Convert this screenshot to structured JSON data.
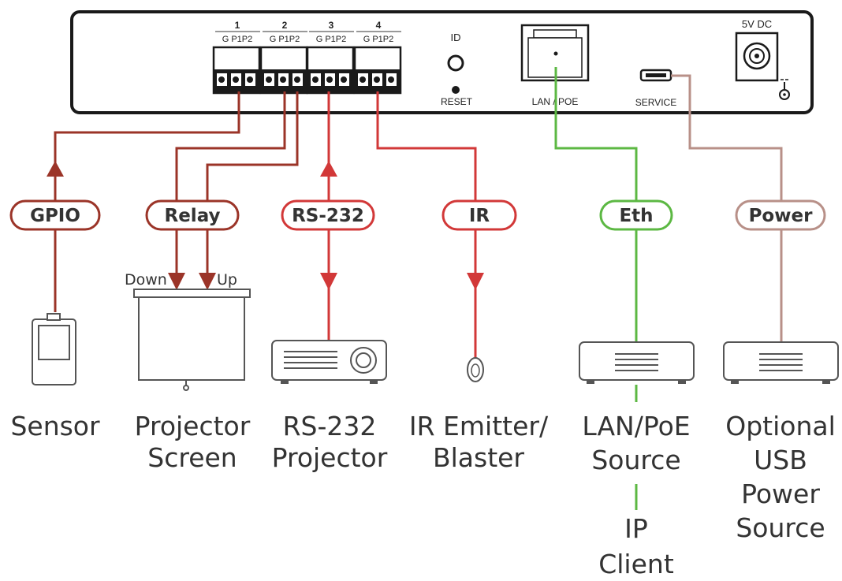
{
  "panel": {
    "ports": [
      {
        "number": "1",
        "pins": "G P1P2"
      },
      {
        "number": "2",
        "pins": "G P1P2"
      },
      {
        "number": "3",
        "pins": "G P1P2"
      },
      {
        "number": "4",
        "pins": "G P1P2"
      }
    ],
    "id_label": "ID",
    "reset_label": "RESET",
    "lan_label": "LAN / POE",
    "service_label": "SERVICE",
    "dc_label": "5V DC"
  },
  "connections": [
    {
      "label": "GPIO",
      "color": "#9b3428"
    },
    {
      "label": "Relay",
      "color": "#9b3428"
    },
    {
      "label": "RS-232",
      "color": "#d23838"
    },
    {
      "label": "IR",
      "color": "#d23838"
    },
    {
      "label": "Eth",
      "color": "#5cb843"
    },
    {
      "label": "Power",
      "color": "#b89088"
    }
  ],
  "screen": {
    "down_label": "Down",
    "up_label": "Up"
  },
  "devices": {
    "sensor": [
      "Sensor"
    ],
    "screen": [
      "Projector",
      "Screen"
    ],
    "projector": [
      "RS-232",
      "Projector"
    ],
    "ir": [
      "IR Emitter/",
      "Blaster"
    ],
    "lan": [
      "LAN/PoE",
      "Source"
    ],
    "usb": [
      "Optional",
      "USB",
      "Power",
      "Source"
    ],
    "client": [
      "IP",
      "Client"
    ]
  },
  "icons": {
    "sensor": "sensor-icon",
    "screen": "projector-screen-icon",
    "projector": "projector-icon",
    "ir": "ir-emitter-icon",
    "lan": "lan-poe-source-icon",
    "usb": "usb-power-source-icon",
    "reset": "reset-button-icon",
    "id": "id-button-icon",
    "rj45": "rj45-port-icon",
    "service": "usb-service-port-icon",
    "dc": "dc-jack-icon"
  }
}
